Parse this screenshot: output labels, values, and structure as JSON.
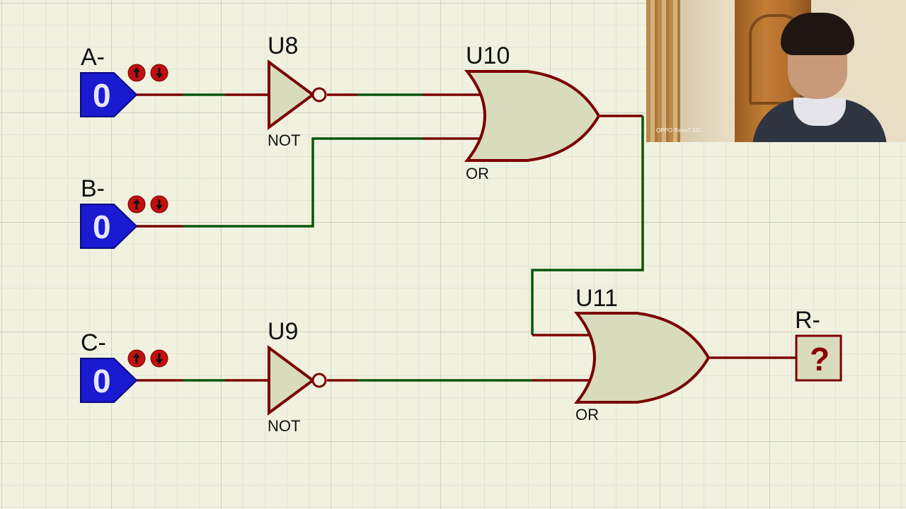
{
  "inputs": [
    {
      "id": "A",
      "label": "A-",
      "value": "0"
    },
    {
      "id": "B",
      "label": "B-",
      "value": "0"
    },
    {
      "id": "C",
      "label": "C-",
      "value": "0"
    }
  ],
  "gates": [
    {
      "ref": "U8",
      "type_label": "NOT"
    },
    {
      "ref": "U9",
      "type_label": "NOT"
    },
    {
      "ref": "U10",
      "type_label": "OR"
    },
    {
      "ref": "U11",
      "type_label": "OR"
    }
  ],
  "output": {
    "label": "R-",
    "value": "?"
  },
  "webcam": {
    "watermark": "OPPO Reno7 5G"
  },
  "colors": {
    "wire_inactive": "#7a0000",
    "wire_net": "#0a560a",
    "logic_state_fill": "#1a1ad0",
    "gate_fill": "#d9dbbd",
    "toggle_button": "#c01010",
    "grid_background": "#f1f1e0"
  }
}
